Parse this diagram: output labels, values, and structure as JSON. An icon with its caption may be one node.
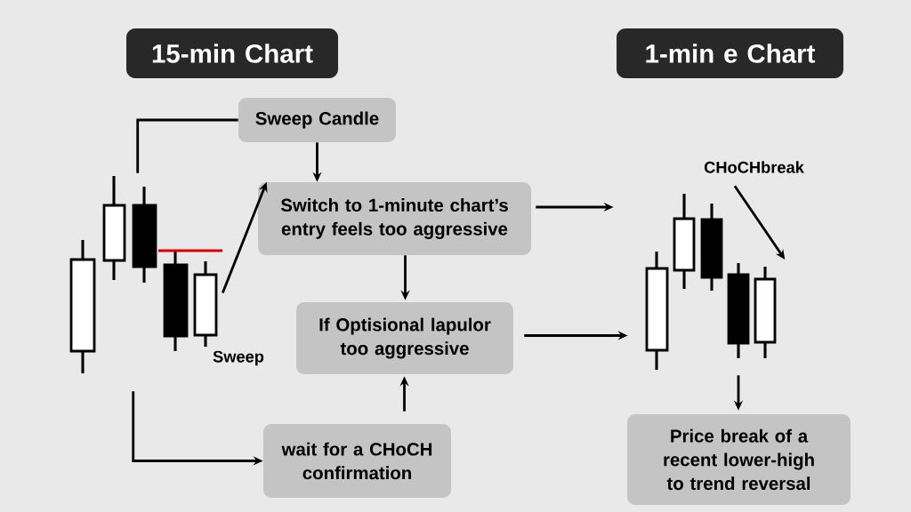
{
  "diagram": {
    "nodes": [
      {
        "text": [
          "15-min Chart"
        ]
      },
      {
        "text": [
          "1-min e Chart"
        ]
      },
      {
        "text": [
          "Sweep Candle"
        ]
      },
      {
        "text": [
          "Switch to 1-minute chart’s entry feels too aggressive"
        ]
      },
      {
        "text": [
          "If Optisional lapulor too aggressive"
        ]
      },
      {
        "text": [
          "wait for a CHoCH confirmation"
        ]
      },
      {
        "text": [
          "Price break of a recent lower-high to trend reversal"
        ]
      },
      {
        "text": [],
        "shape": "picture",
        "beside": [
          "Sweep"
        ]
      },
      {
        "text": [],
        "shape": "picture"
      },
      {
        "text": [
          "CHoCHbreak"
        ]
      }
    ],
    "edges": [
      {
        "from": 2,
        "to": 7,
        "arrow": "none"
      },
      {
        "from": 2,
        "to": 3,
        "arrow": "to"
      },
      {
        "from": 7,
        "to": 3,
        "arrow": "to"
      },
      {
        "from": 3,
        "to": 8,
        "arrow": "to"
      },
      {
        "from": 3,
        "to": 4,
        "arrow": "to"
      },
      {
        "from": 4,
        "to": 8,
        "arrow": "to"
      },
      {
        "from": 5,
        "to": 4,
        "arrow": "to"
      },
      {
        "from": 7,
        "to": 5,
        "arrow": "to"
      },
      {
        "from": 9,
        "to": 8,
        "arrow": "to"
      },
      {
        "from": 8,
        "to": 6,
        "arrow": "to"
      }
    ]
  }
}
